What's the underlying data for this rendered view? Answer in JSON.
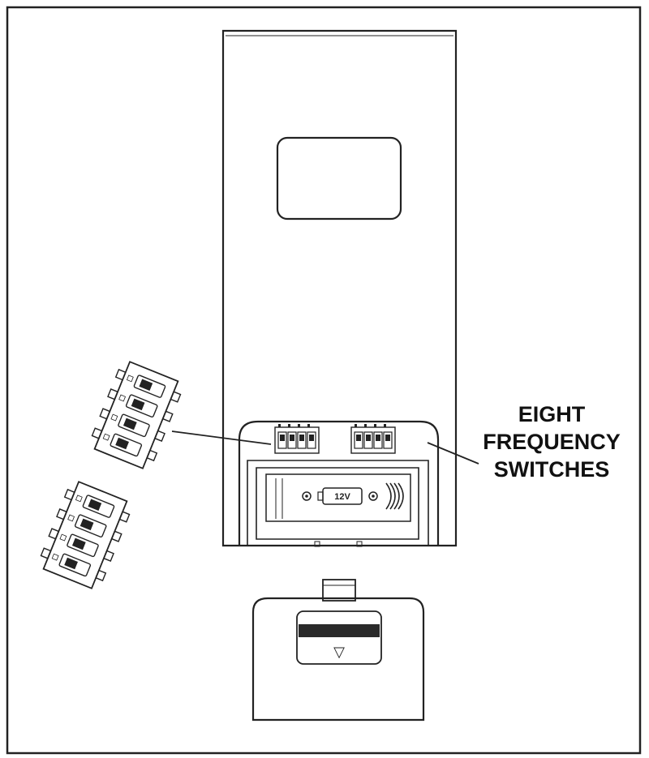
{
  "callout": {
    "lines": [
      "EIGHT",
      "FREQUENCY",
      "SWITCHES"
    ]
  },
  "battery": {
    "label": "12V"
  },
  "door": {
    "arrow_glyph": "▽"
  },
  "switches": {
    "left_bank_count": 4,
    "right_bank_count": 4,
    "detail_block_1_count": 4,
    "detail_block_2_count": 4
  },
  "colors": {
    "line": "#222222",
    "panel": "#ffffff",
    "grip_dark": "#2a2a2a"
  }
}
